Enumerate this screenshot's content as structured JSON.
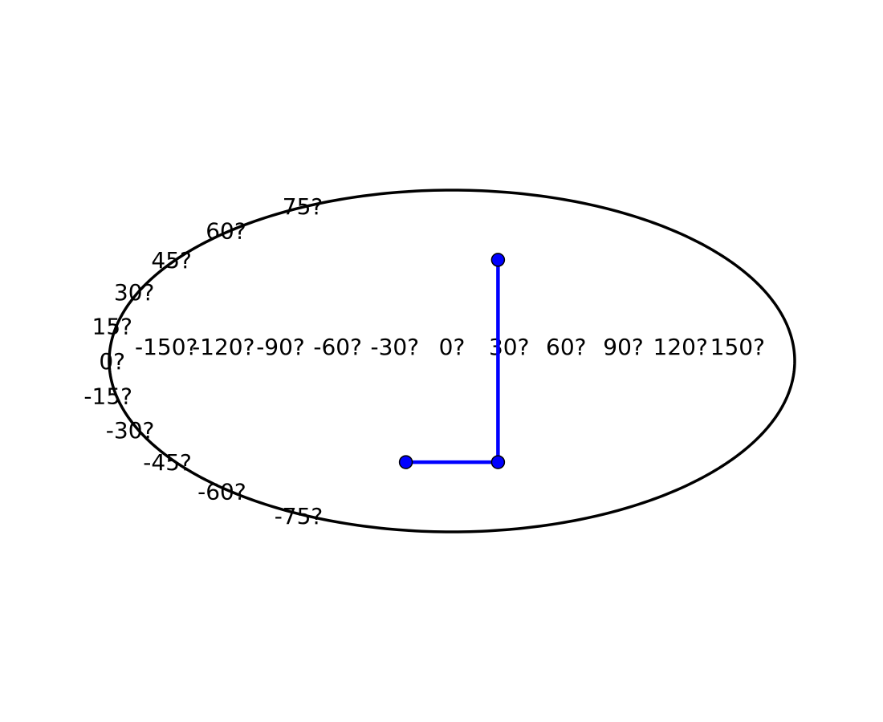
{
  "chart_data": {
    "type": "line",
    "projection": "mollweide",
    "title": "",
    "xlabel": "",
    "ylabel": "",
    "grid": false,
    "x_ticks": [
      "-150?",
      "-120?",
      "-90?",
      "-60?",
      "-30?",
      "0?",
      "30?",
      "60?",
      "90?",
      "120?",
      "150?"
    ],
    "y_ticks": [
      "-75?",
      "-60?",
      "-45?",
      "-30?",
      "-15?",
      "0?",
      "15?",
      "30?",
      "45?",
      "60?",
      "75?"
    ],
    "xlim": [
      -180,
      180
    ],
    "ylim": [
      -90,
      90
    ],
    "series": [
      {
        "color": "#0000ff",
        "marker": "o",
        "x": [
          -30,
          30,
          30
        ],
        "y": [
          -45,
          -45,
          45
        ]
      }
    ]
  }
}
